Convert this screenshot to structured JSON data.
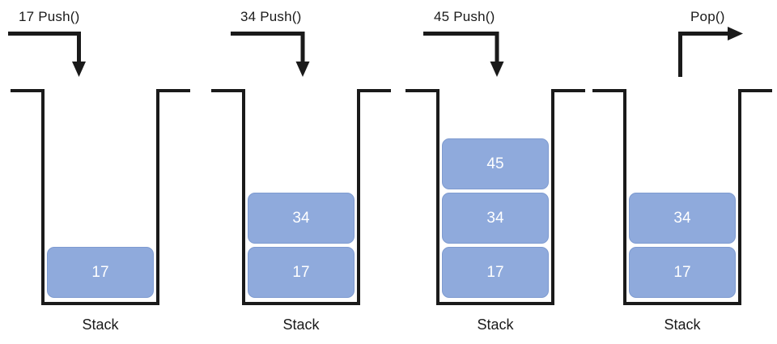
{
  "colors": {
    "background": "#ffffff",
    "line": "#1a1a1a",
    "block_fill": "#8FAADC",
    "block_border": "#7E9BD0",
    "block_text": "#ffffff"
  },
  "panels": [
    {
      "operation_label": "17 Push()",
      "operation_type": "push",
      "arrow_icon": "push-arrow-down",
      "stack_label": "Stack",
      "blocks": [
        "17"
      ]
    },
    {
      "operation_label": "34 Push()",
      "operation_type": "push",
      "arrow_icon": "push-arrow-down",
      "stack_label": "Stack",
      "blocks": [
        "34",
        "17"
      ]
    },
    {
      "operation_label": "45 Push()",
      "operation_type": "push",
      "arrow_icon": "push-arrow-down",
      "stack_label": "Stack",
      "blocks": [
        "45",
        "34",
        "17"
      ]
    },
    {
      "operation_label": "Pop()",
      "operation_type": "pop",
      "arrow_icon": "pop-arrow-right",
      "stack_label": "Stack",
      "blocks": [
        "34",
        "17"
      ]
    }
  ]
}
